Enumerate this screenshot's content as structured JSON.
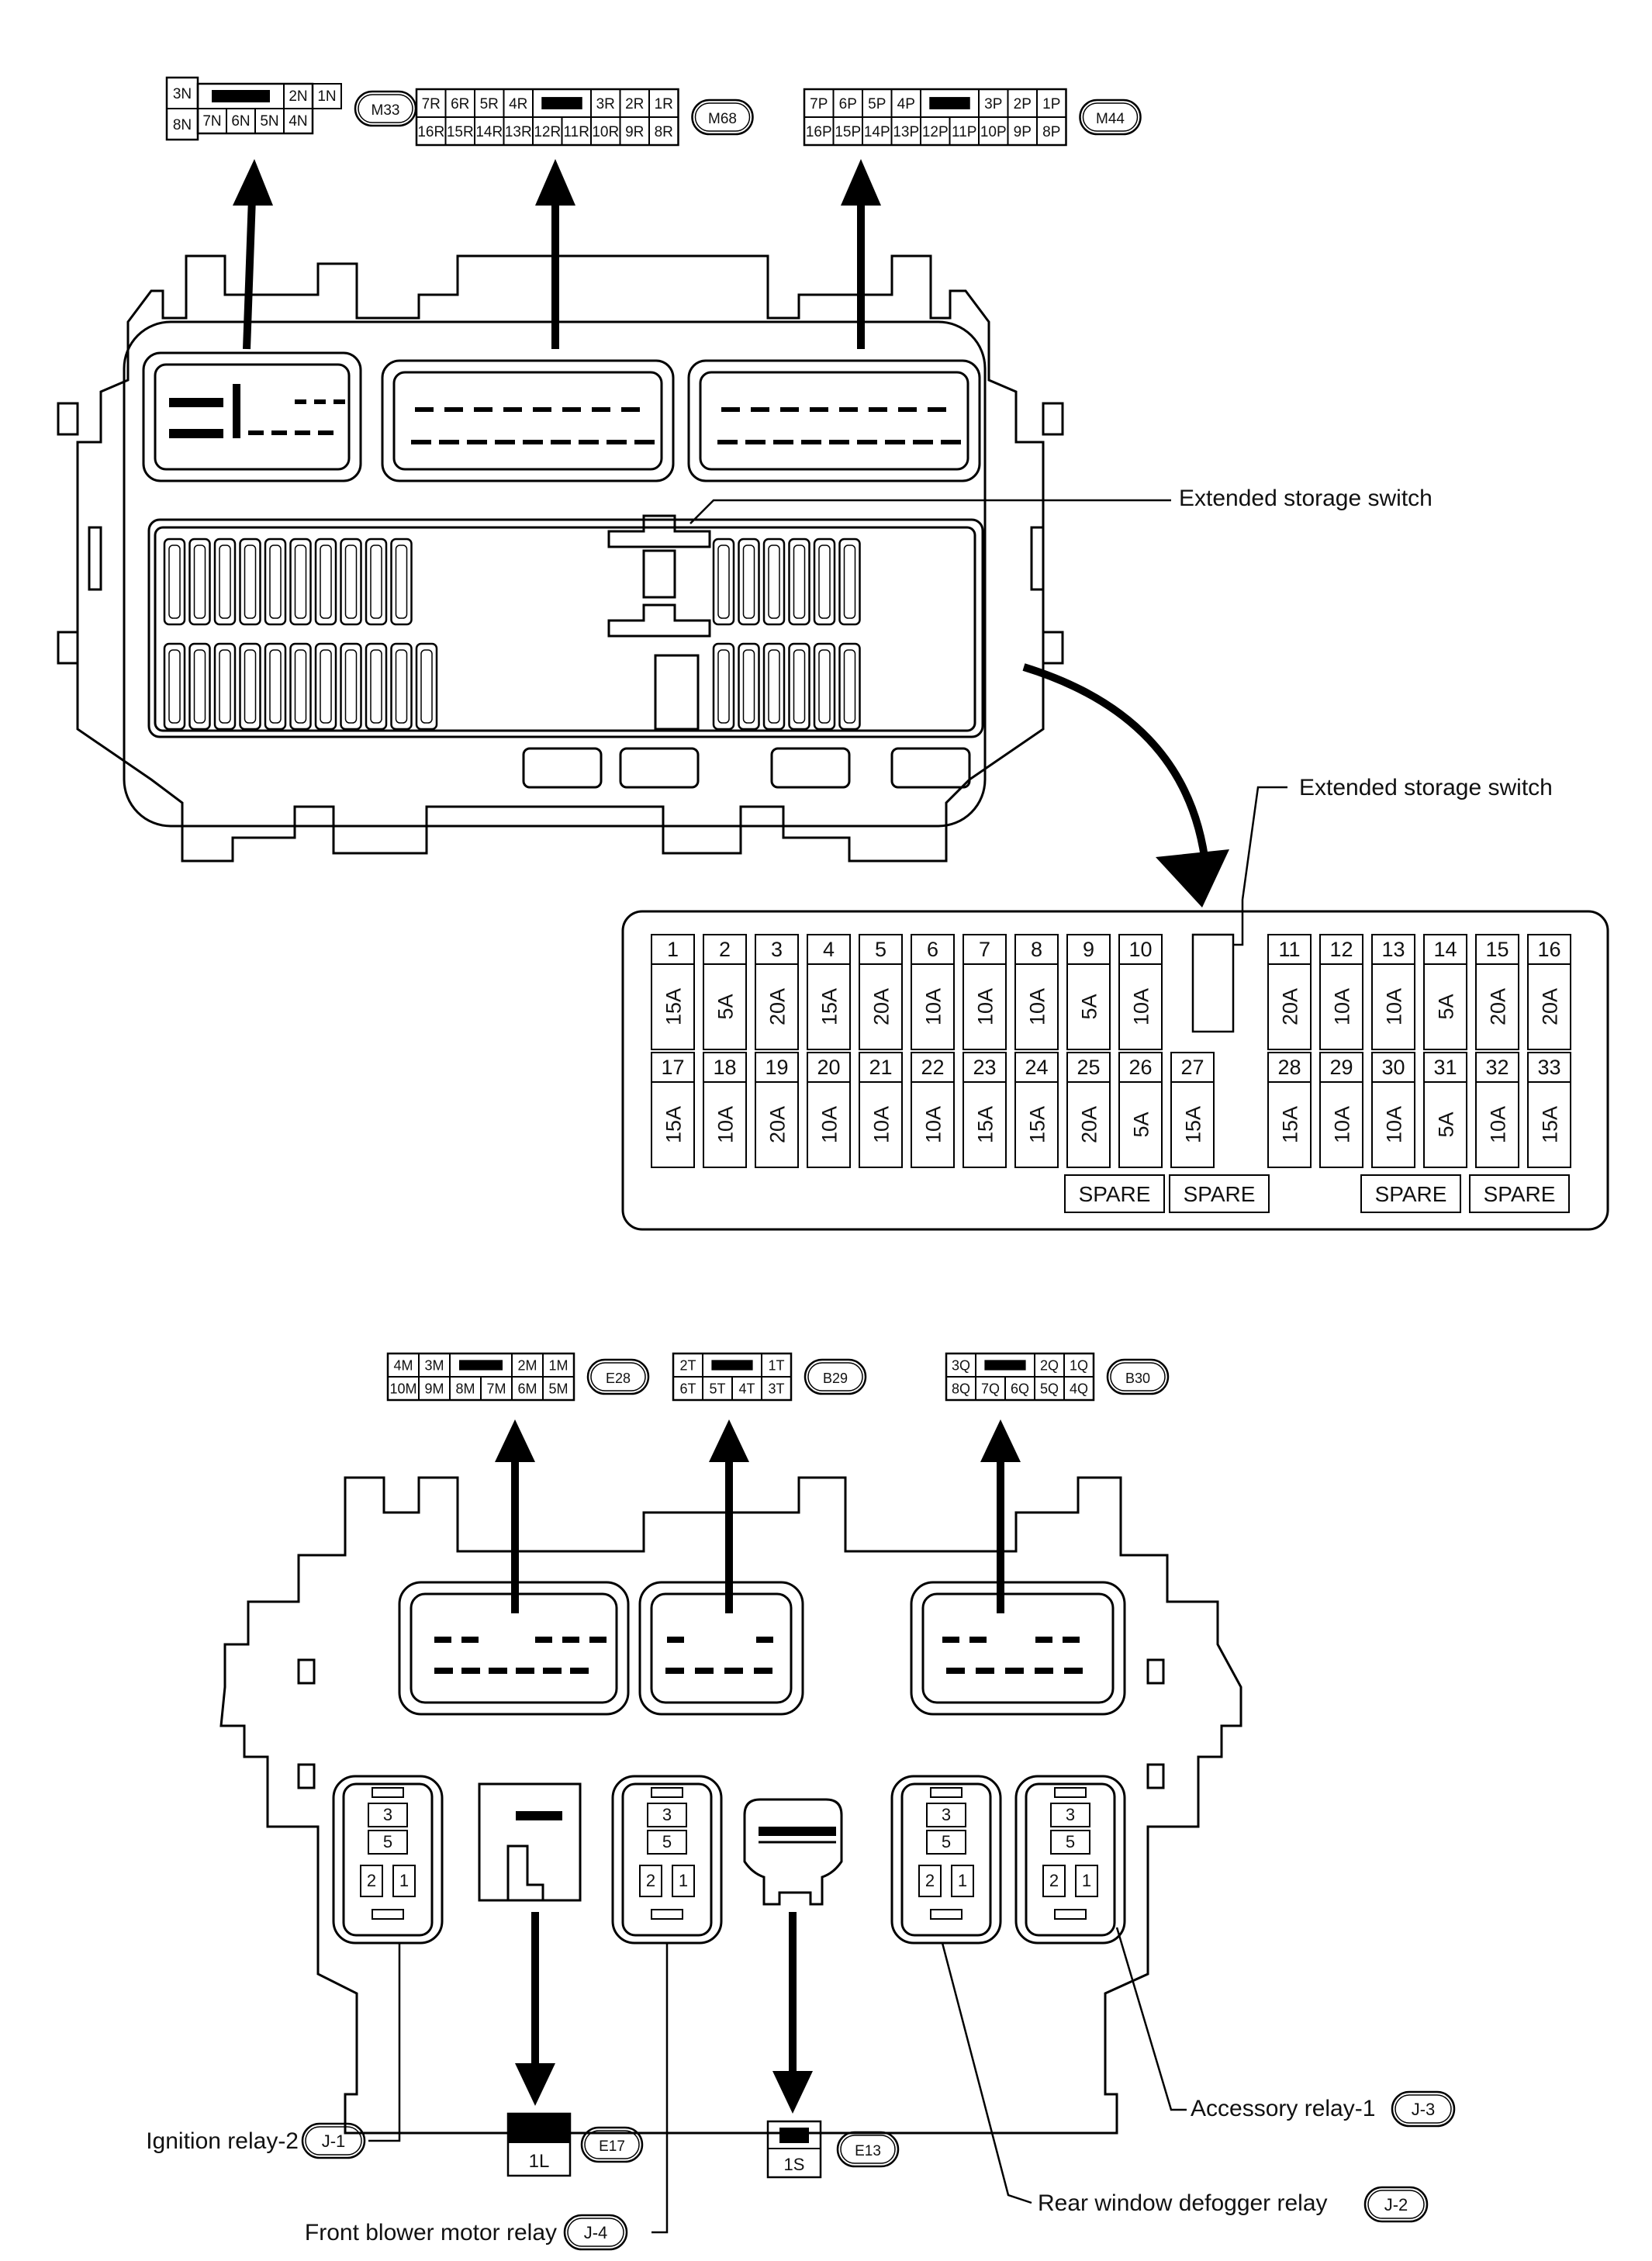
{
  "top_connectors": {
    "m33": {
      "id": "M33",
      "row1": [
        "3N",
        "",
        "2N",
        "1N"
      ],
      "row2": [
        "8N",
        "7N",
        "6N",
        "5N",
        "4N"
      ]
    },
    "m68": {
      "id": "M68",
      "row1": [
        "7R",
        "6R",
        "5R",
        "4R",
        "",
        "3R",
        "2R",
        "1R"
      ],
      "row2": [
        "16R",
        "15R",
        "14R",
        "13R",
        "12R",
        "11R",
        "10R",
        "9R",
        "8R"
      ]
    },
    "m44": {
      "id": "M44",
      "row1": [
        "7P",
        "6P",
        "5P",
        "4P",
        "",
        "3P",
        "2P",
        "1P"
      ],
      "row2": [
        "16P",
        "15P",
        "14P",
        "13P",
        "12P",
        "11P",
        "10P",
        "9P",
        "8P"
      ]
    }
  },
  "labels": {
    "ext_storage_1": "Extended storage switch",
    "ext_storage_2": "Extended storage switch"
  },
  "fuse_row1_left": [
    {
      "no": "1",
      "amp": "15A"
    },
    {
      "no": "2",
      "amp": "5A"
    },
    {
      "no": "3",
      "amp": "20A"
    },
    {
      "no": "4",
      "amp": "15A"
    },
    {
      "no": "5",
      "amp": "20A"
    },
    {
      "no": "6",
      "amp": "10A"
    },
    {
      "no": "7",
      "amp": "10A"
    },
    {
      "no": "8",
      "amp": "10A"
    },
    {
      "no": "9",
      "amp": "5A"
    },
    {
      "no": "10",
      "amp": "10A"
    }
  ],
  "fuse_row1_right": [
    {
      "no": "11",
      "amp": "20A"
    },
    {
      "no": "12",
      "amp": "10A"
    },
    {
      "no": "13",
      "amp": "10A"
    },
    {
      "no": "14",
      "amp": "5A"
    },
    {
      "no": "15",
      "amp": "20A"
    },
    {
      "no": "16",
      "amp": "20A"
    }
  ],
  "fuse_row2_left": [
    {
      "no": "17",
      "amp": "15A"
    },
    {
      "no": "18",
      "amp": "10A"
    },
    {
      "no": "19",
      "amp": "20A"
    },
    {
      "no": "20",
      "amp": "10A"
    },
    {
      "no": "21",
      "amp": "10A"
    },
    {
      "no": "22",
      "amp": "10A"
    },
    {
      "no": "23",
      "amp": "15A"
    },
    {
      "no": "24",
      "amp": "15A"
    },
    {
      "no": "25",
      "amp": "20A"
    },
    {
      "no": "26",
      "amp": "5A"
    },
    {
      "no": "27",
      "amp": "15A"
    }
  ],
  "fuse_row2_right": [
    {
      "no": "28",
      "amp": "15A"
    },
    {
      "no": "29",
      "amp": "10A"
    },
    {
      "no": "30",
      "amp": "10A"
    },
    {
      "no": "31",
      "amp": "5A"
    },
    {
      "no": "32",
      "amp": "10A"
    },
    {
      "no": "33",
      "amp": "15A"
    }
  ],
  "spares": [
    "SPARE",
    "SPARE",
    "SPARE",
    "SPARE"
  ],
  "bottom_connectors": {
    "e28": {
      "id": "E28",
      "row1": [
        "4M",
        "3M",
        "",
        "2M",
        "1M"
      ],
      "row2": [
        "10M",
        "9M",
        "8M",
        "7M",
        "6M",
        "5M"
      ]
    },
    "b29": {
      "id": "B29",
      "row1": [
        "2T",
        "",
        "1T"
      ],
      "row2": [
        "6T",
        "5T",
        "4T",
        "3T"
      ]
    },
    "b30": {
      "id": "B30",
      "row1": [
        "3Q",
        "",
        "2Q",
        "1Q"
      ],
      "row2": [
        "8Q",
        "7Q",
        "6Q",
        "5Q",
        "4Q"
      ]
    }
  },
  "relay_pins": [
    "3",
    "5",
    "2",
    "1"
  ],
  "relays": {
    "ign2": {
      "text": "Ignition relay-2",
      "tag": "J-1"
    },
    "blower": {
      "text": "Front blower motor relay",
      "tag": "J-4"
    },
    "defog": {
      "text": "Rear window defogger relay",
      "tag": "J-2"
    },
    "acc1": {
      "text": "Accessory relay-1",
      "tag": "J-3"
    }
  },
  "small_connectors": {
    "e17": {
      "id": "E17",
      "pin": "1L"
    },
    "e13": {
      "id": "E13",
      "pin": "1S"
    }
  }
}
